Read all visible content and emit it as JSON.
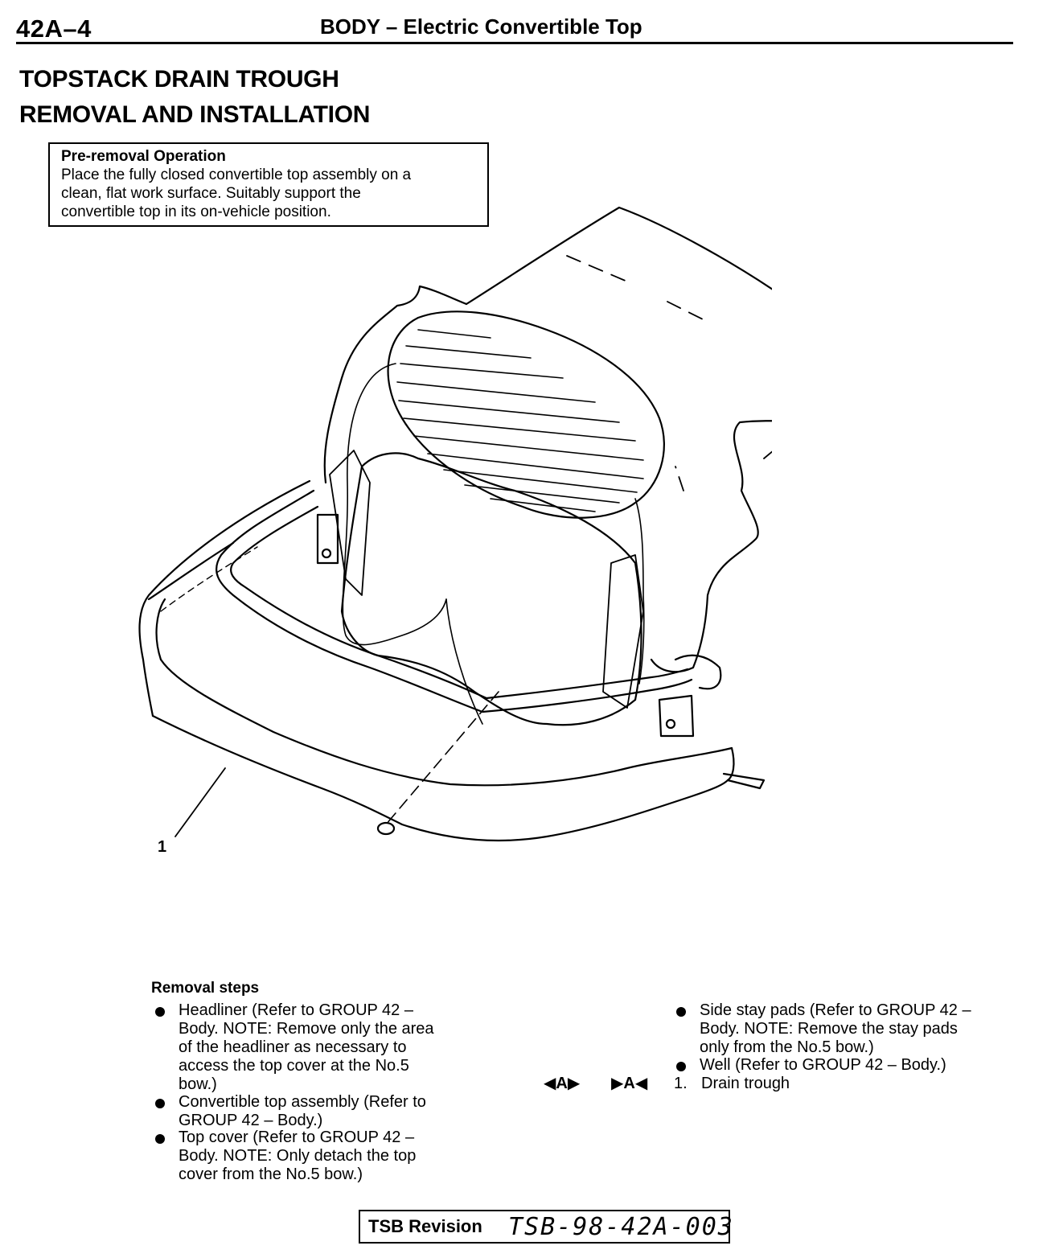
{
  "header": {
    "page_number": "42A–4",
    "section_title": "BODY – Electric Convertible Top"
  },
  "titles": [
    "TOPSTACK DRAIN TROUGH",
    "REMOVAL AND INSTALLATION"
  ],
  "pre_removal": {
    "heading": "Pre-removal Operation",
    "lines": [
      "Place the fully closed convertible top assembly on a",
      "clean, flat work surface. Suitably support the",
      "convertible top in its on-vehicle position."
    ]
  },
  "diagram": {
    "callout": "1"
  },
  "removal": {
    "heading": "Removal steps",
    "left_steps": [
      [
        "Headliner (Refer to GROUP 42 –",
        "Body. NOTE: Remove only the area",
        "of the headliner as necessary to",
        "access the top cover at the No.5",
        "bow.)"
      ],
      [
        "Convertible top assembly (Refer to",
        "GROUP 42 – Body.)"
      ],
      [
        "Top cover (Refer to GROUP 42 –",
        "Body. NOTE: Only detach the top",
        "cover from the No.5 bow.)"
      ]
    ],
    "right_steps": [
      [
        "Side stay pads (Refer to GROUP 42 –",
        "Body. NOTE:  Remove the stay pads",
        "only from the No.5 bow.)"
      ],
      [
        "Well (Refer to GROUP 42 – Body.)"
      ]
    ],
    "numbered_step": {
      "number": "1.",
      "text": "Drain trough",
      "marker_a": "A",
      "marker_b": "A"
    }
  },
  "footer": {
    "label": "TSB Revision",
    "number": "TSB-98-42A-003"
  }
}
